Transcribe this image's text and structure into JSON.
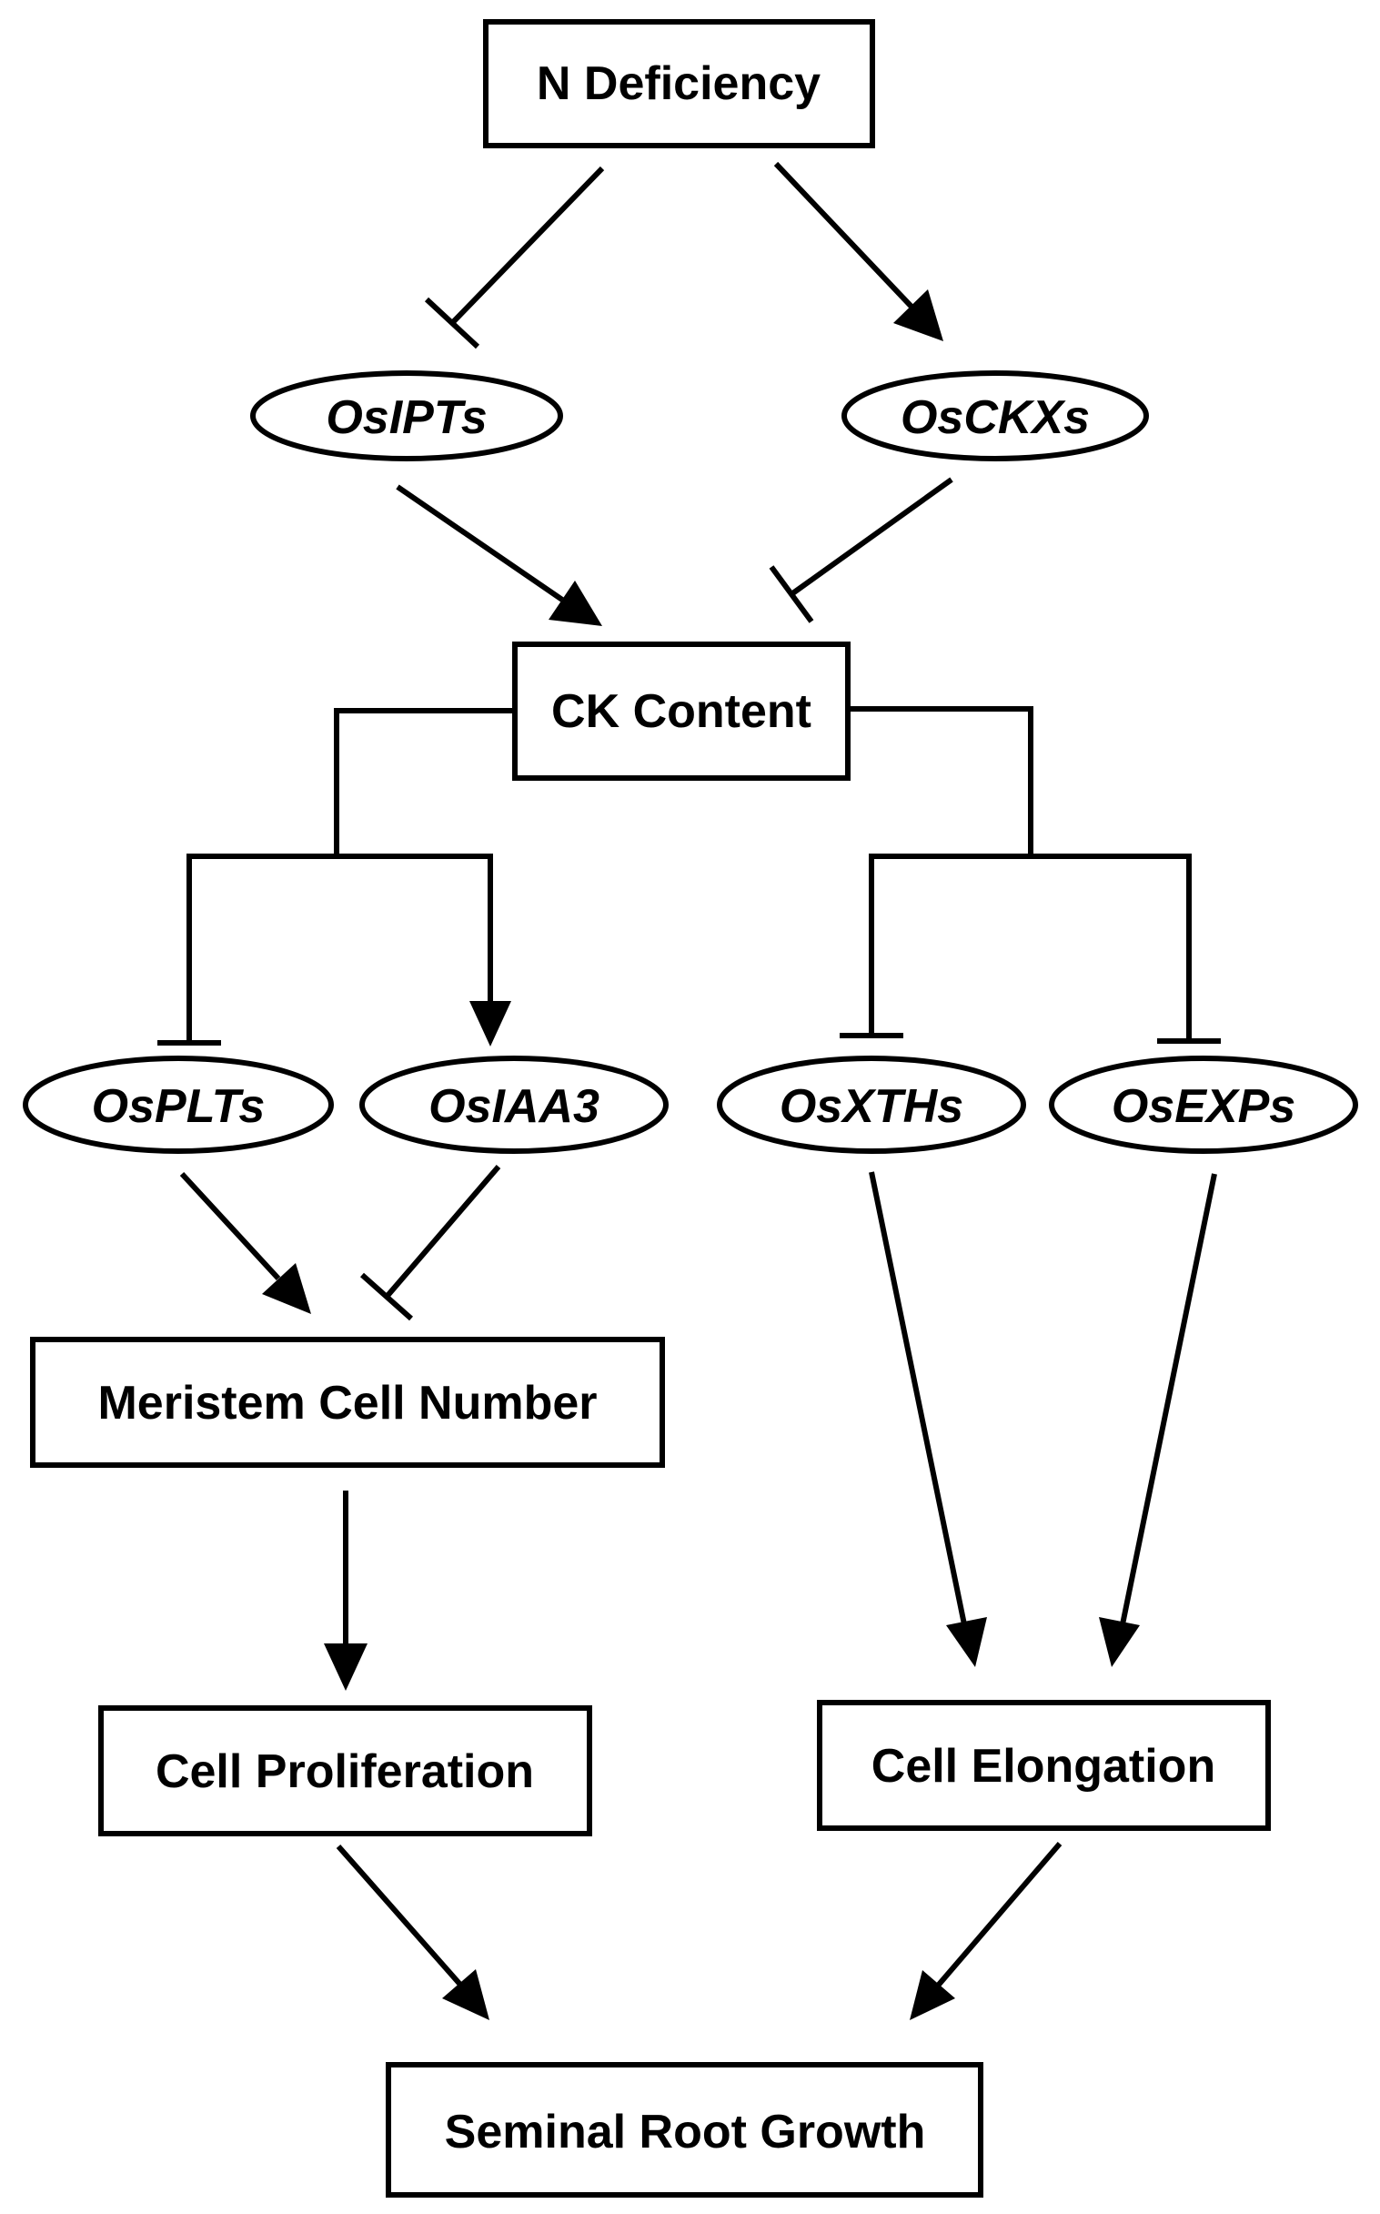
{
  "nodes": {
    "n_deficiency": {
      "label": "N Deficiency",
      "shape": "rect"
    },
    "osipts": {
      "label": "OsIPTs",
      "shape": "ellipse"
    },
    "osckxs": {
      "label": "OsCKXs",
      "shape": "ellipse"
    },
    "ck_content": {
      "label": "CK Content",
      "shape": "rect"
    },
    "osplts": {
      "label": "OsPLTs",
      "shape": "ellipse"
    },
    "osiaa3": {
      "label": "OsIAA3",
      "shape": "ellipse"
    },
    "osxths": {
      "label": "OsXTHs",
      "shape": "ellipse"
    },
    "osexps": {
      "label": "OsEXPs",
      "shape": "ellipse"
    },
    "meristem_cell_number": {
      "label": "Meristem Cell Number",
      "shape": "rect"
    },
    "cell_proliferation": {
      "label": "Cell Proliferation",
      "shape": "rect"
    },
    "cell_elongation": {
      "label": "Cell Elongation",
      "shape": "rect"
    },
    "seminal_root_growth": {
      "label": "Seminal Root Growth",
      "shape": "rect"
    }
  },
  "edges": [
    {
      "from": "n_deficiency",
      "to": "osipts",
      "type": "inhibit"
    },
    {
      "from": "n_deficiency",
      "to": "osckxs",
      "type": "activate"
    },
    {
      "from": "osipts",
      "to": "ck_content",
      "type": "activate"
    },
    {
      "from": "osckxs",
      "to": "ck_content",
      "type": "inhibit"
    },
    {
      "from": "ck_content",
      "to": "osplts",
      "type": "inhibit"
    },
    {
      "from": "ck_content",
      "to": "osiaa3",
      "type": "activate"
    },
    {
      "from": "ck_content",
      "to": "osxths",
      "type": "inhibit"
    },
    {
      "from": "ck_content",
      "to": "osexps",
      "type": "inhibit"
    },
    {
      "from": "osplts",
      "to": "meristem_cell_number",
      "type": "activate"
    },
    {
      "from": "osiaa3",
      "to": "meristem_cell_number",
      "type": "inhibit"
    },
    {
      "from": "osxths",
      "to": "cell_elongation",
      "type": "activate"
    },
    {
      "from": "osexps",
      "to": "cell_elongation",
      "type": "activate"
    },
    {
      "from": "meristem_cell_number",
      "to": "cell_proliferation",
      "type": "activate"
    },
    {
      "from": "cell_proliferation",
      "to": "seminal_root_growth",
      "type": "activate"
    },
    {
      "from": "cell_elongation",
      "to": "seminal_root_growth",
      "type": "activate"
    }
  ],
  "colors": {
    "line": "#000000",
    "fill": "#ffffff",
    "text": "#000000"
  }
}
